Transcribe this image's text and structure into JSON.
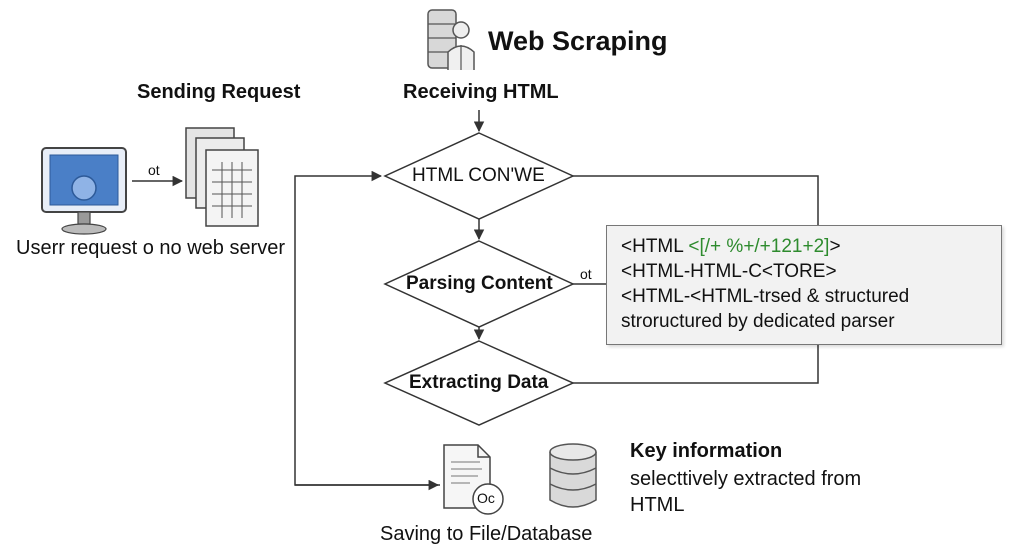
{
  "title": "Web Scraping",
  "labels": {
    "sending_request": "Sending Request",
    "receiving_html": "Receiving HTML",
    "user_request": "Userr request o no web server",
    "arrow_tag_left": "ot",
    "arrow_tag_mid": "ot",
    "saving": "Saving to File/Database",
    "key_info_title": "Key information",
    "key_info_line1": "selecttively extracted from",
    "key_info_line2": "HTML",
    "doc_icon_text": "Oc"
  },
  "nodes": {
    "html_conwe": "HTML CON'WE",
    "parsing": "Parsing Content",
    "extracting": "Extracting Data"
  },
  "code": {
    "line1_prefix": "<HTML ",
    "line1_green": "<[/+ %+/+121+2]",
    "line1_suffix": ">",
    "line2": "<HTML-HTML-C<TORE>",
    "line3": "<HTML-<HTML-trsed & structured",
    "line4": "stroructured by dedicated parser"
  },
  "colors": {
    "monitor_blue": "#4a7fc7",
    "code_green": "#2e8b2e",
    "line": "#333333"
  },
  "icons": [
    "server-person-icon",
    "monitor-icon",
    "server-rack-icon",
    "document-icon",
    "database-icon"
  ]
}
